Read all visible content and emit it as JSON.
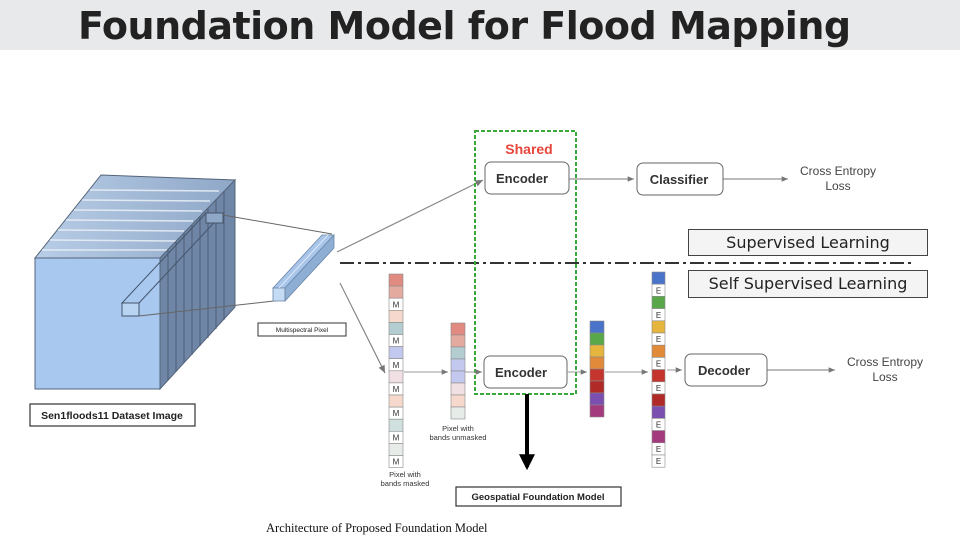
{
  "slide": {
    "title": "Foundation Model for Flood Mapping",
    "caption": "Architecture of Proposed Foundation Model"
  },
  "diagram": {
    "dataset_label": "Sen1floods11 Dataset Image",
    "pixel_label": "Multispectral Pixel",
    "shared_label": "Shared",
    "encoder_top": "Encoder",
    "encoder_bottom": "Encoder",
    "classifier": "Classifier",
    "decoder": "Decoder",
    "loss_top_line1": "Cross Entropy",
    "loss_top_line2": "Loss",
    "loss_bottom_line1": "Cross Entropy",
    "loss_bottom_line2": "Loss",
    "masked_label_line1": "Pixel with",
    "masked_label_line2": "bands masked",
    "unmasked_label_line1": "Pixel with",
    "unmasked_label_line2": "bands unmasked",
    "gfm_label": "Geospatial Foundation Model",
    "mask_token": "M",
    "embed_token": "E",
    "supervised_label": "Supervised Learning",
    "self_supervised_label": "Self Supervised Learning",
    "colors": {
      "shared_text": "#e8453c",
      "shared_border": "#3aa83a",
      "cube_face": "#a8c8f0"
    }
  }
}
